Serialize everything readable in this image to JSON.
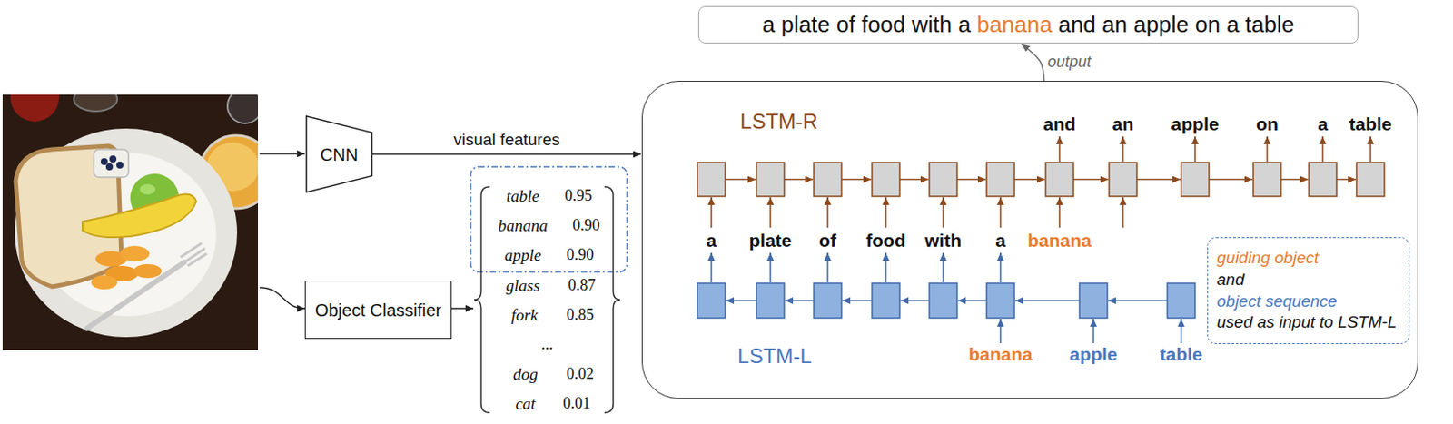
{
  "diagram": {
    "nodes": [
      {
        "text": [
          "a plate of food with a",
          "banana",
          "and an apple on a table"
        ]
      },
      {
        "text": [
          "CNN"
        ]
      },
      {
        "text": [
          "Object Classifier"
        ]
      },
      {
        "text": [
          "LSTM-R",
          "LSTM-L"
        ]
      },
      {
        "text": [
          "guiding object",
          "and",
          "object sequence",
          "used as input to LSTM-L"
        ],
        "in": 3
      }
    ],
    "edges": [
      {
        "from": 1,
        "to": 3,
        "arrow": "to",
        "label": "visual features"
      },
      {
        "from": 3,
        "to": 0,
        "arrow": "to",
        "label": "output"
      }
    ],
    "labels": [
      "table",
      "0.95",
      "banana",
      "0.90",
      "apple",
      "0.90",
      "glass",
      "0.87",
      "fork",
      "0.85",
      "...",
      "dog",
      "0.02",
      "cat",
      "0.01",
      "and",
      "an",
      "apple",
      "on",
      "a",
      "table",
      "a",
      "plate",
      "of",
      "food",
      "with",
      "a",
      "banana",
      "banana",
      "apple",
      "table"
    ]
  }
}
